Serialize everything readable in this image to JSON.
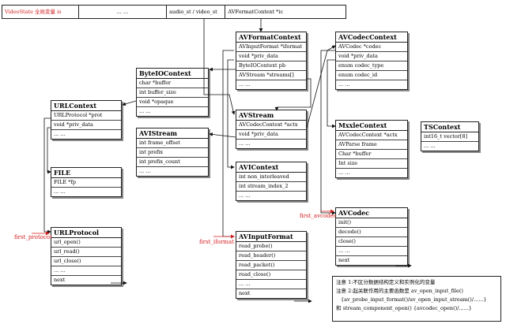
{
  "topbar": {
    "c1": "VideoState 全局变量 is",
    "c2": "... ...",
    "c3": "audio_st / video_st",
    "c4": "AVFormatContext *ic"
  },
  "AVFormatContext": {
    "title": "AVFormatContext",
    "rows": [
      "AVInputFormat *iformat",
      "void *priv_data",
      "ByteIOContext pb",
      "AVStream *streams[]",
      "... ..."
    ]
  },
  "AVCodecContext": {
    "title": "AVCodecContext",
    "rows": [
      "AVCodec *codec",
      "void *priv_data",
      "enum codec_type",
      "enum codec_id",
      "... ..."
    ]
  },
  "ByteIOContext": {
    "title": "ByteIOContext",
    "rows": [
      "char *buffer",
      "int buffer_size",
      "void *opaque",
      "... ..."
    ]
  },
  "URLContext": {
    "title": "URLContext",
    "rows": [
      "URLProtocol *prot",
      "void *priv_data",
      "... ..."
    ]
  },
  "AVStream": {
    "title": "AVStream",
    "rows": [
      "AVCodecContext *actx",
      "void *priv_data",
      "... ..."
    ]
  },
  "AVIStream": {
    "title": "AVIStream",
    "rows": [
      "int    frame_offset",
      "int    prefix",
      "int    prefix_count",
      "... ..."
    ]
  },
  "MxxleContext": {
    "title": "MxxleContext",
    "rows": [
      "AVCodecContext *actx",
      "AVParse frame",
      "Char *buffer",
      "Int size",
      "... ..."
    ]
  },
  "TSContext": {
    "title": "TSContext",
    "rows": [
      "int16_t vector[8]",
      "... ..."
    ]
  },
  "FILE": {
    "title": "FILE",
    "rows": [
      "FILE *fp",
      "... ..."
    ]
  },
  "AVIContext": {
    "title": "AVIContext",
    "rows": [
      "int non_interleaved",
      "int stream_index_2",
      "... ..."
    ]
  },
  "AVCodec": {
    "title": "AVCodec",
    "rows": [
      "init()",
      "decode()",
      "close()",
      "... ...",
      "next"
    ]
  },
  "URLProtocol": {
    "title": "URLProtocol",
    "rows": [
      "url_open()",
      "url_read()",
      "url_close()",
      "... ...",
      "next"
    ]
  },
  "AVInputFormat": {
    "title": "AVInputFormat",
    "rows": [
      "read_probe()",
      "read_header()",
      "read_packet()",
      "read_close()",
      "... ...",
      "next"
    ]
  },
  "labels": {
    "first_protocol": "first_protocol",
    "first_iformat": "first_iformat",
    "first_avcodec": "first_avcodec"
  },
  "note": {
    "l1": "注意 1:不区分数据结构定义和实例化的变量",
    "l2": "注意 2:起关联作用的主要函数是 av_open_input_file()",
    "l3": "{av_probe_input_format()/av_open_input_stream()/......}",
    "l4": "和 stream_component_open() {avcodec_open()/......}"
  }
}
